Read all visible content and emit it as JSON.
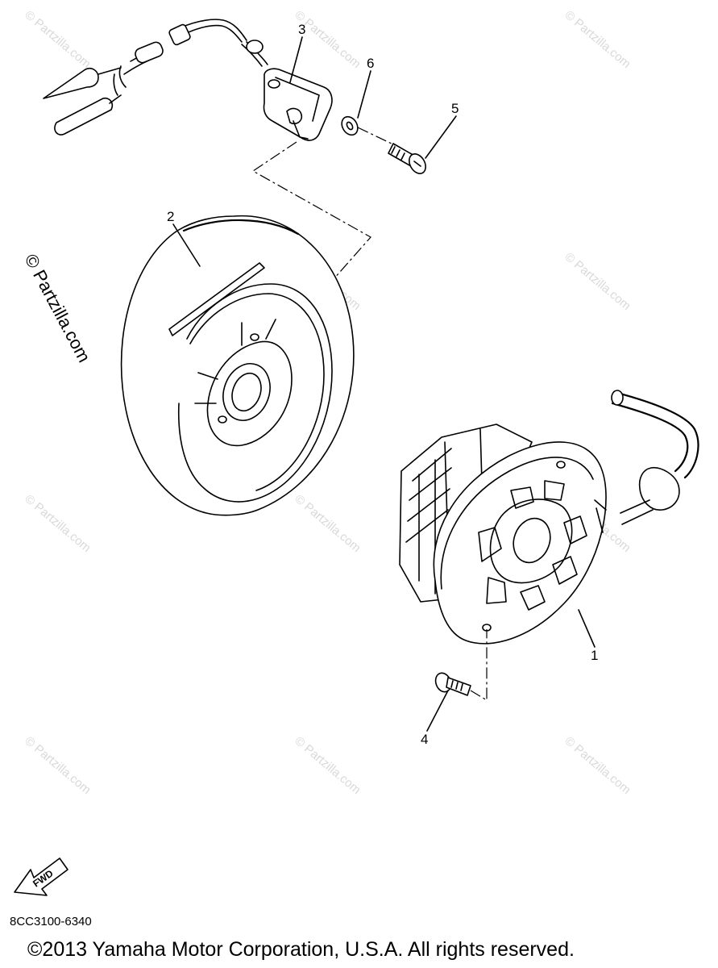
{
  "watermark": {
    "text": "© Partzilla.com",
    "side_text": "© Partzilla.com"
  },
  "callouts": {
    "part_1": "1",
    "part_2": "2",
    "part_3": "3",
    "part_4": "4",
    "part_5": "5",
    "part_6": "6"
  },
  "fwd_arrow": {
    "label": "FWD"
  },
  "footer": {
    "diagram_code": "8CC3100-6340",
    "copyright": "©2013  Yamaha Motor Corporation, U.S.A. All rights reserved."
  }
}
